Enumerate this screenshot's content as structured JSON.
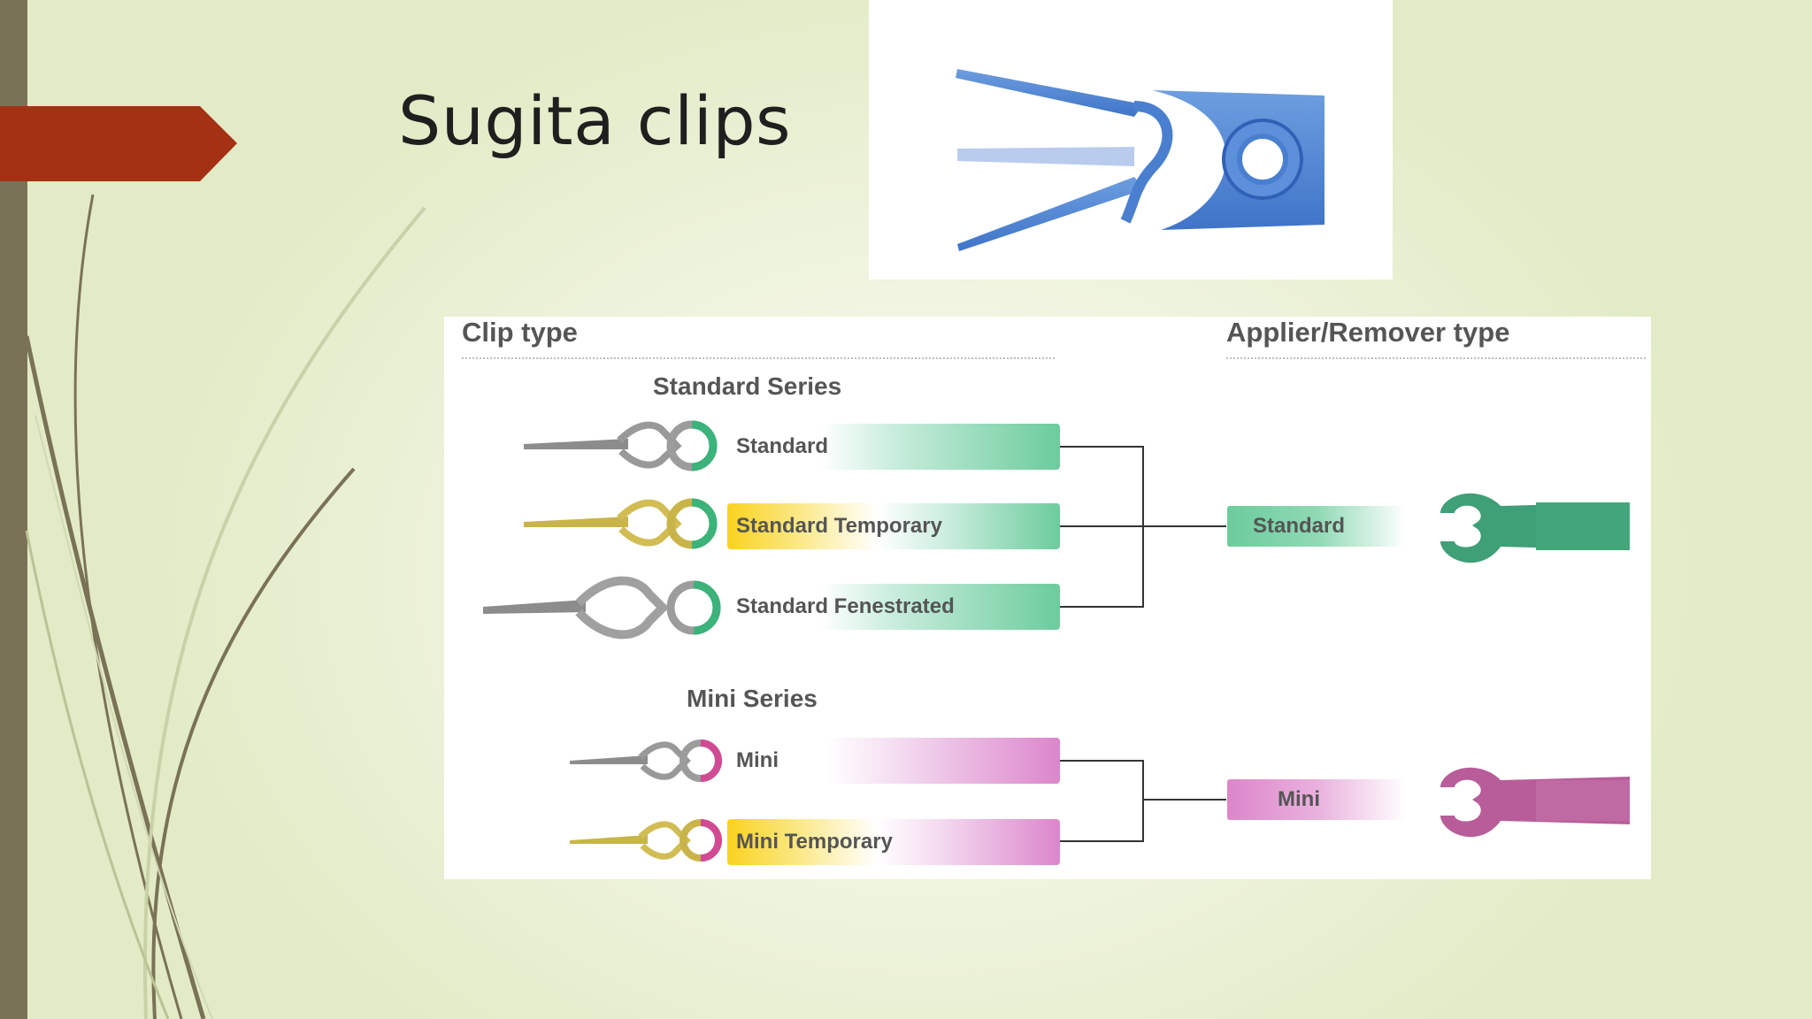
{
  "slide": {
    "title": "Sugita clips"
  },
  "diagram": {
    "clip_type_heading": "Clip type",
    "applier_heading": "Applier/Remover type",
    "standard_series": {
      "label": "Standard Series",
      "clips": [
        {
          "label": "Standard",
          "clip_color": "silver"
        },
        {
          "label": "Standard Temporary",
          "clip_color": "gold"
        },
        {
          "label": "Standard Fenestrated",
          "clip_color": "silver"
        }
      ],
      "applier": "Standard",
      "color": "#6ccc9d"
    },
    "mini_series": {
      "label": "Mini Series",
      "clips": [
        {
          "label": "Mini",
          "clip_color": "silver"
        },
        {
          "label": "Mini Temporary",
          "clip_color": "gold"
        }
      ],
      "applier": "Mini",
      "color": "#dc86cb"
    },
    "temporary_color": "#f9d21f"
  }
}
